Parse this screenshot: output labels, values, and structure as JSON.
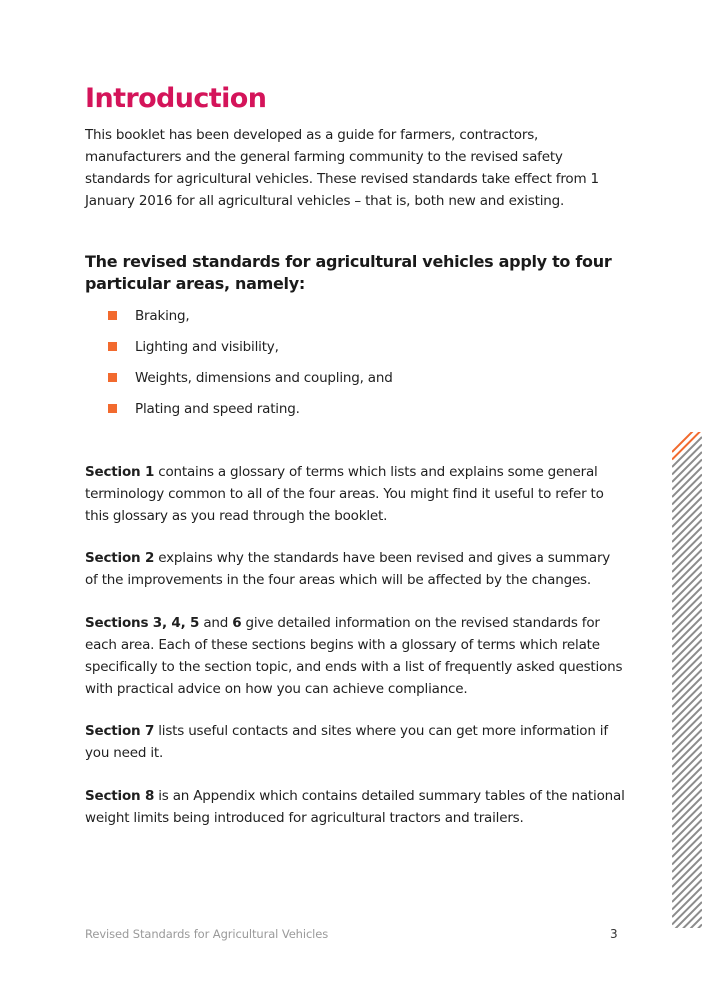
{
  "title": "Introduction",
  "intro": "This booklet has been developed as a guide for farmers, contractors, manufacturers and the general farming community to the revised safety standards for agricultural vehicles. These revised standards take effect from 1 January 2016 for all agricultural vehicles – that is, both new and existing.",
  "subheading": "The revised standards for agricultural vehicles apply to four particular areas, namely:",
  "bullets": [
    "Braking,",
    "Lighting and visibility,",
    "Weights, dimensions and coupling, and",
    "Plating and speed rating."
  ],
  "sections": [
    {
      "bold": "Section 1",
      "text": " contains a glossary of terms which lists and explains some general terminology common to all of the four areas. You might find it useful to refer to this glossary as you read through the booklet."
    },
    {
      "bold": "Section 2",
      "text": " explains why the standards have been revised and gives a summary of the improvements in the four areas which will be affected by the changes."
    },
    {
      "bold": "Sections 3, 4, 5",
      "mid": " and ",
      "bold2": "6",
      "text": " give detailed information on the revised standards for each area. Each of these sections begins with a glossary of terms which relate specifically to the section topic, and ends with a list of frequently asked questions with practical advice on how you can achieve compliance."
    },
    {
      "bold": "Section 7",
      "text": " lists useful contacts and sites where you can get more information if you need it."
    },
    {
      "bold": "Section 8",
      "text": " is an Appendix which contains detailed summary tables of the national weight limits being introduced for agricultural tractors and trailers."
    }
  ],
  "footer": {
    "text": "Revised Standards for Agricultural Vehicles",
    "page_number": "3"
  },
  "colors": {
    "title": "#d4145a",
    "bullet": "#f26a2e",
    "stripe": "#8c8c8c",
    "stripe_accent": "#f26a2e"
  }
}
